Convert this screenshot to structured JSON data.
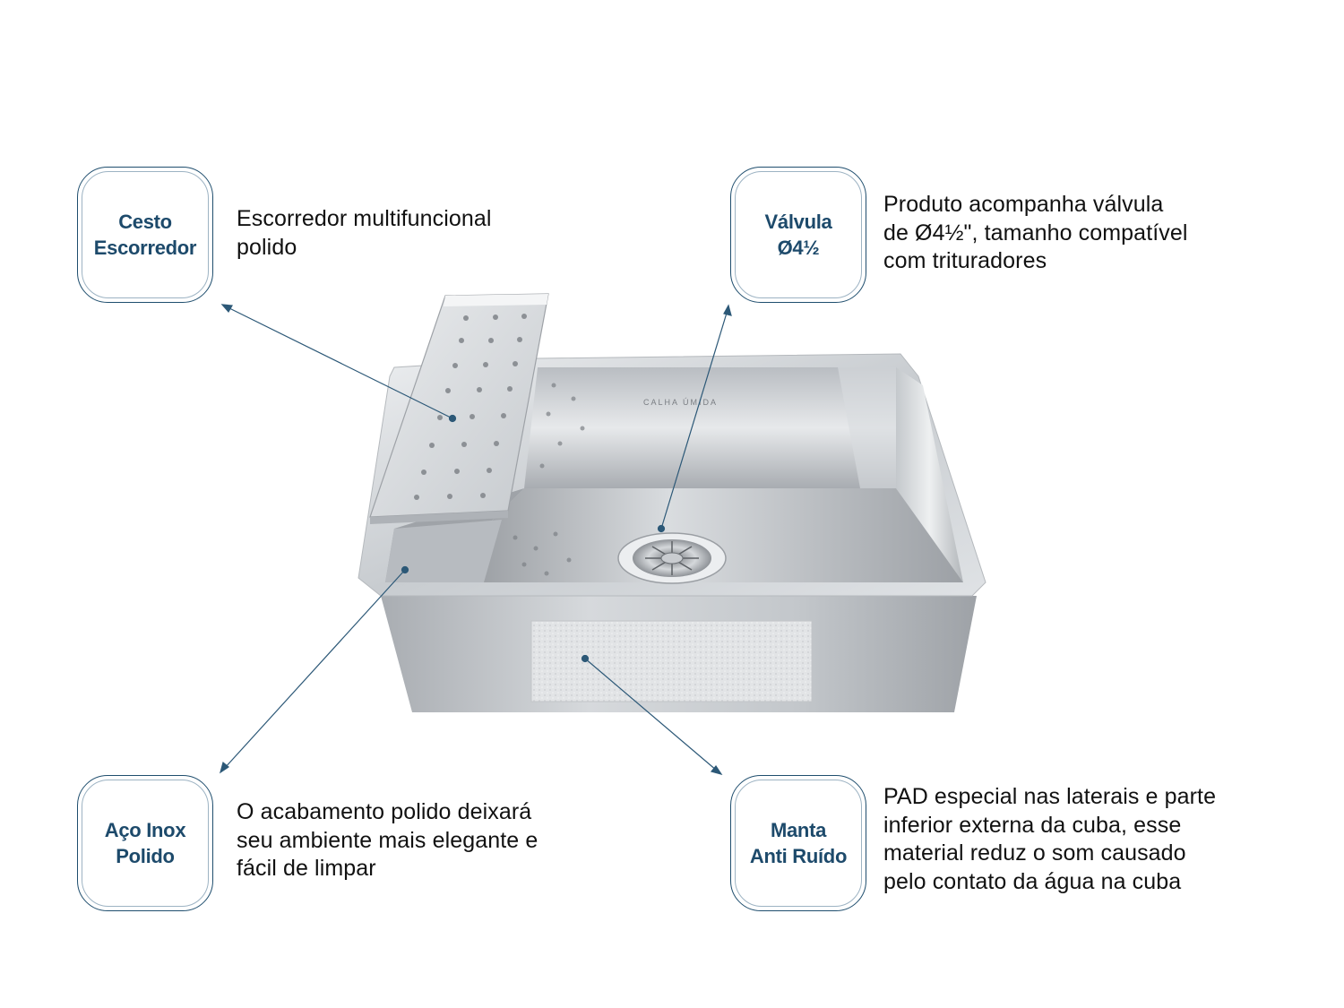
{
  "callouts": [
    {
      "badge": "Cesto\nEscorredor",
      "description": "Escorredor multifuncional\npolido"
    },
    {
      "badge": "Válvula\nØ4½",
      "description": "Produto acompanha válvula\nde Ø4½\", tamanho compatível\ncom trituradores"
    },
    {
      "badge": "Aço Inox\nPolido",
      "description": "O acabamento polido deixará\nseu ambiente mais elegante e\nfácil de limpar"
    },
    {
      "badge": "Manta\nAnti Ruído",
      "description": "PAD especial nas laterais e parte\ninferior externa da cuba, esse\nmaterial reduz o som causado\npelo contato da água na cuba"
    }
  ],
  "product": {
    "engraving": "CALHA ÚMIDA"
  },
  "colors": {
    "badge_text": "#1d4a6b",
    "leader_line": "#2c5877",
    "steel": "#c9cdd2"
  }
}
